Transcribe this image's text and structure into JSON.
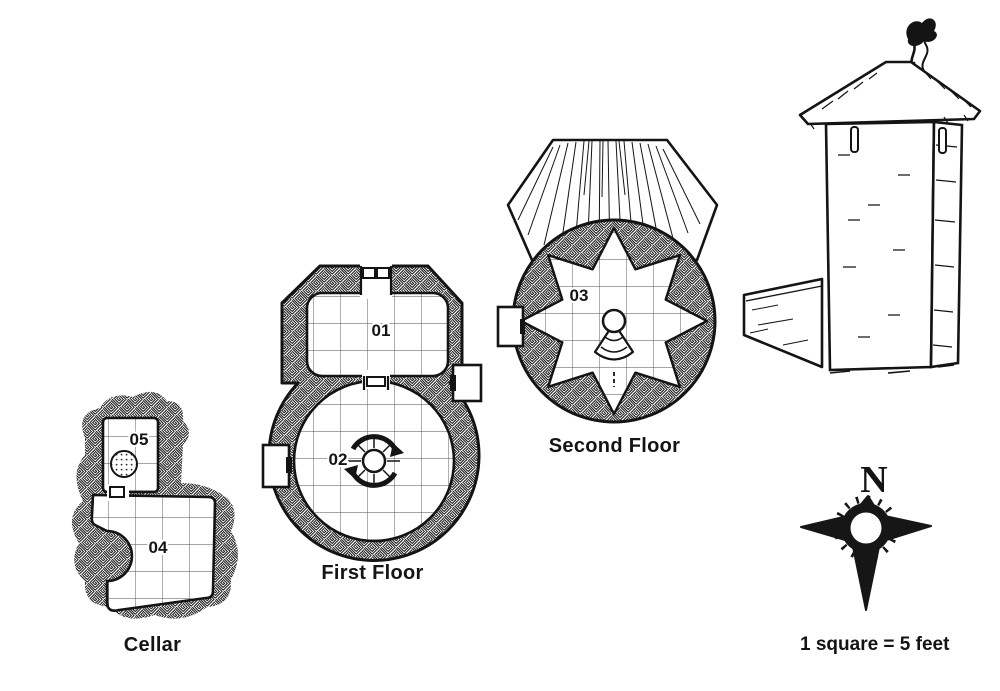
{
  "floors": {
    "cellar": {
      "label": "Cellar",
      "rooms": [
        "04",
        "05"
      ]
    },
    "first": {
      "label": "First Floor",
      "rooms": [
        "01",
        "02"
      ]
    },
    "second": {
      "label": "Second Floor",
      "rooms": [
        "03"
      ]
    }
  },
  "rooms": {
    "r01": "01",
    "r02": "02",
    "r03": "03",
    "r04": "04",
    "r05": "05"
  },
  "compass": {
    "north_label": "N"
  },
  "scale": {
    "text": "1 square = 5 feet"
  },
  "icons": [
    "spiral-stair-icon",
    "stairs-wedge-icon",
    "cistern-icon",
    "door-icon",
    "compass-rose-icon",
    "smoke-icon"
  ],
  "colors": {
    "ink": "#141414",
    "paper": "#ffffff"
  }
}
